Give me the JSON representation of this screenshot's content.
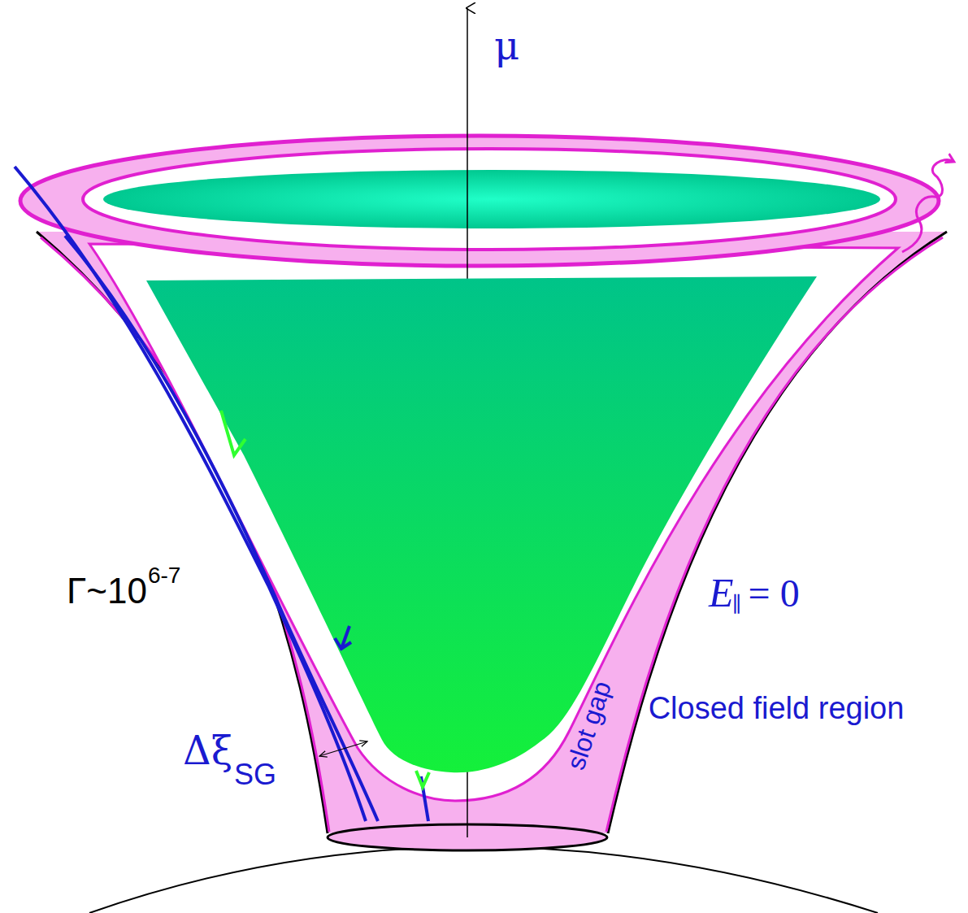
{
  "diagram": {
    "labels": [
      "μ",
      "Γ~10",
      "6-7",
      "E",
      "∥",
      "= 0",
      "slot gap",
      "Closed field region",
      "Δξ",
      "SG"
    ]
  }
}
